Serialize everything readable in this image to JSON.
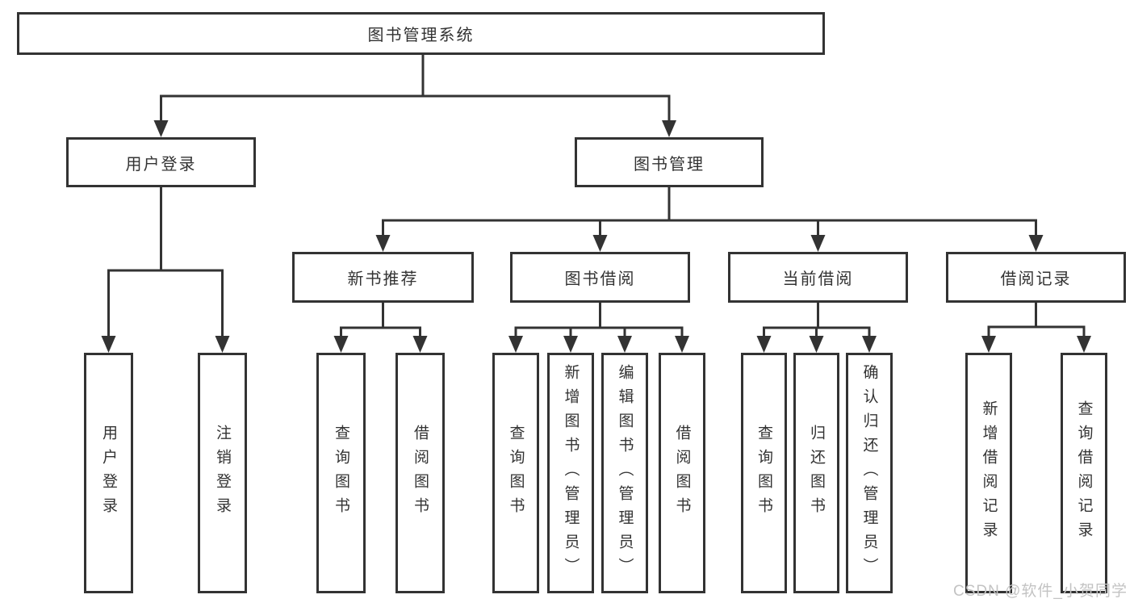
{
  "diagram": {
    "title": "图书管理系统",
    "watermark": "CSDN @软件_小贺同学",
    "colors": {
      "line": "#333333",
      "box_background": "#ffffff",
      "text": "#333333",
      "watermark_text": "#c3c3c3"
    },
    "nodes": [
      {
        "id": "root",
        "label": "图书管理系统",
        "parent": null
      },
      {
        "id": "user-login",
        "label": "用户登录",
        "parent": "root"
      },
      {
        "id": "book-mgmt",
        "label": "图书管理",
        "parent": "root"
      },
      {
        "id": "ul-login",
        "label": "用户登录",
        "parent": "user-login"
      },
      {
        "id": "ul-logout",
        "label": "注销登录",
        "parent": "user-login"
      },
      {
        "id": "new-book-rec",
        "label": "新书推荐",
        "parent": "book-mgmt"
      },
      {
        "id": "book-borrow",
        "label": "图书借阅",
        "parent": "book-mgmt"
      },
      {
        "id": "current-borrow",
        "label": "当前借阅",
        "parent": "book-mgmt"
      },
      {
        "id": "borrow-records",
        "label": "借阅记录",
        "parent": "book-mgmt"
      },
      {
        "id": "nbr-query-book",
        "label": "查询图书",
        "parent": "new-book-rec"
      },
      {
        "id": "nbr-borrow-book",
        "label": "借阅图书",
        "parent": "new-book-rec"
      },
      {
        "id": "bb-query-book",
        "label": "查询图书",
        "parent": "book-borrow"
      },
      {
        "id": "bb-add-book",
        "label": "新增图书（管理员）",
        "parent": "book-borrow"
      },
      {
        "id": "bb-edit-book",
        "label": "编辑图书（管理员）",
        "parent": "book-borrow"
      },
      {
        "id": "bb-borrow-book",
        "label": "借阅图书",
        "parent": "book-borrow"
      },
      {
        "id": "cb-query-book",
        "label": "查询图书",
        "parent": "current-borrow"
      },
      {
        "id": "cb-return-book",
        "label": "归还图书",
        "parent": "current-borrow"
      },
      {
        "id": "cb-confirm-return",
        "label": "确认归还（管理员）",
        "parent": "current-borrow"
      },
      {
        "id": "br-add-record",
        "label": "新增借阅记录",
        "parent": "borrow-records"
      },
      {
        "id": "br-query-record",
        "label": "查询借阅记录",
        "parent": "borrow-records"
      }
    ]
  }
}
